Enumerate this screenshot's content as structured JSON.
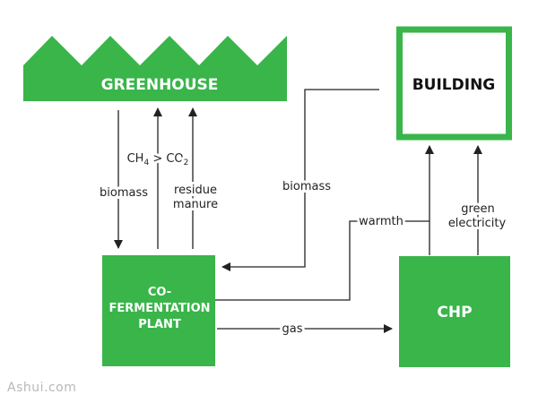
{
  "colors": {
    "green": "#39b54a",
    "line": "#222222",
    "text_on_green": "#ffffff",
    "text": "#111111"
  },
  "nodes": {
    "greenhouse": "GREENHOUSE",
    "building": "BUILDING",
    "plant_line1": "CO-",
    "plant_line2": "FERMENTATION",
    "plant_line3": "PLANT",
    "chp": "CHP"
  },
  "flows": {
    "biomass_left": "biomass",
    "ch4_main": "CH",
    "ch4_sub": "4",
    "ch4_rest": " > CO",
    "co2_sub": "2",
    "residue": "residue",
    "manure": "manure",
    "biomass_building": "biomass",
    "warmth": "warmth",
    "green": "green",
    "electricity": "electricity",
    "gas": "gas"
  },
  "watermark": "Ashui.com"
}
